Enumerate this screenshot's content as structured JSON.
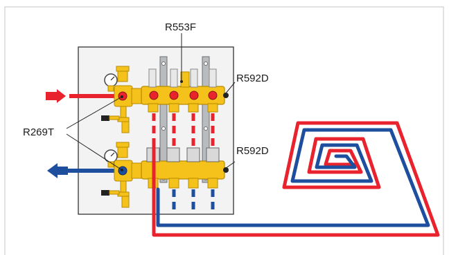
{
  "labels": {
    "manifold": "R553F",
    "supply_header": "R592D",
    "return_header": "R592D",
    "ball_valve": "R269T"
  },
  "colors": {
    "supply": "#e8232d",
    "return": "#1d4f9e",
    "brass": "#f4c21a",
    "brass_dark": "#b88a00",
    "cabinet": "#f2f2f2",
    "bracket": "#b9bcbf"
  },
  "icons": {
    "supply_arrow": "arrow-right-icon",
    "return_arrow": "arrow-left-icon",
    "gauge": "thermometer-gauge-icon"
  }
}
